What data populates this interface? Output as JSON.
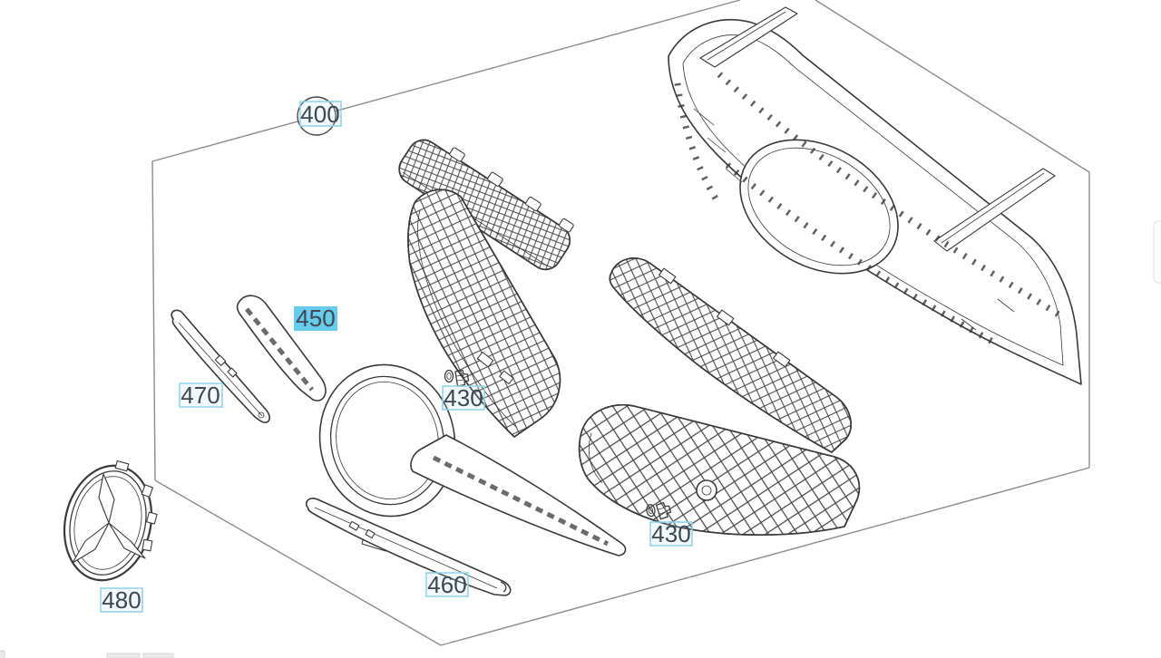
{
  "diagram": {
    "type": "exploded-parts-diagram",
    "selected_label": "450",
    "callouts": [
      {
        "id": "400",
        "label": "400",
        "shape": "circled",
        "state": "highlighted"
      },
      {
        "id": "450",
        "label": "450",
        "shape": "box",
        "state": "selected"
      },
      {
        "id": "470",
        "label": "470",
        "shape": "box",
        "state": "highlighted"
      },
      {
        "id": "430-upper",
        "label": "430",
        "shape": "box",
        "state": "highlighted"
      },
      {
        "id": "430-lower",
        "label": "430",
        "shape": "box",
        "state": "highlighted"
      },
      {
        "id": "460",
        "label": "460",
        "shape": "box",
        "state": "highlighted"
      },
      {
        "id": "480",
        "label": "480",
        "shape": "box",
        "state": "highlighted"
      }
    ],
    "icons": [
      {
        "name": "clip-fastener-icon",
        "count": 2
      },
      {
        "name": "star-emblem-icon",
        "count": 1
      }
    ],
    "colors": {
      "background": "#ffffff",
      "line_art": "#3a3a3a",
      "boundary_line": "#8c8c8c",
      "callout_text": "#3d4750",
      "selected_fill": "#67cbec",
      "highlight_border": "#8fd0ec",
      "highlight_fill": "rgba(190,228,246,0.18)"
    }
  }
}
